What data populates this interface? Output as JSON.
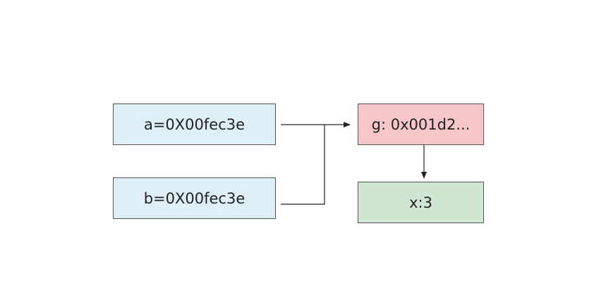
{
  "nodes": {
    "a": {
      "label": "a=0X00fec3e",
      "fill": "#dfeff7"
    },
    "b": {
      "label": "b=0X00fec3e",
      "fill": "#dfeff7"
    },
    "g": {
      "label": "g: 0x001d2...",
      "fill": "#f7c6c8"
    },
    "x": {
      "label": "x:3",
      "fill": "#cfe6d3"
    }
  },
  "edges": [
    {
      "from": "a",
      "to": "g"
    },
    {
      "from": "b",
      "to": "g"
    },
    {
      "from": "g",
      "to": "x"
    }
  ],
  "colors": {
    "border": "#555555",
    "connector": "#222222"
  }
}
